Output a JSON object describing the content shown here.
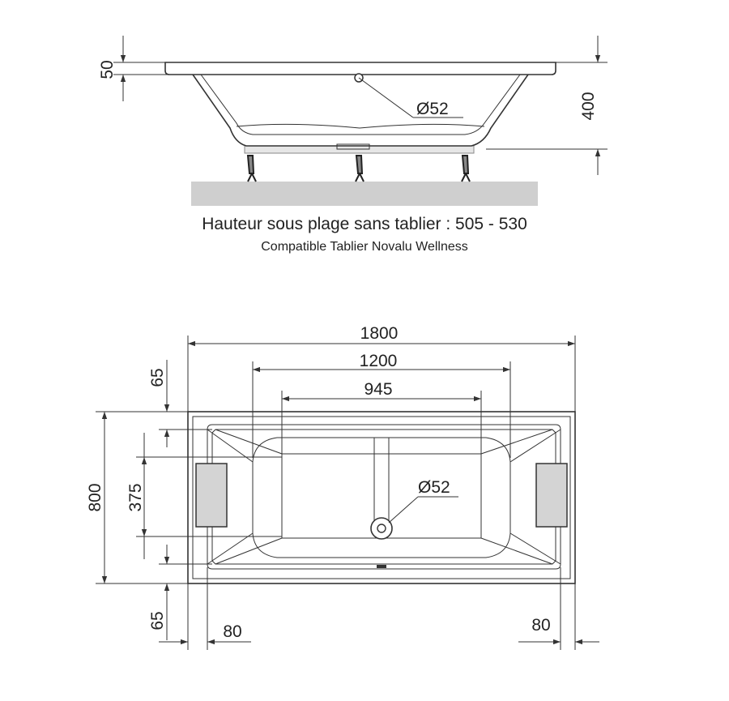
{
  "side_view": {
    "dim_rim": "50",
    "dim_height": "400",
    "dim_drain": "Ø52",
    "caption_height": "Hauteur sous plage sans tablier : 505 - 530",
    "caption_compat": "Compatible Tablier Novalu Wellness"
  },
  "top_view": {
    "dim_total_length": "1800",
    "dim_inner_length": "1200",
    "dim_bottom_length": "945",
    "dim_total_width": "800",
    "dim_bottom_width": "375",
    "dim_top_margin": "65",
    "dim_bottom_margin": "65",
    "dim_left_margin": "80",
    "dim_right_margin": "80",
    "dim_drain": "Ø52"
  },
  "colors": {
    "line": "#333333",
    "floor": "#cfcfcf",
    "headrest": "#d4d4d4",
    "frame": "#e6e6e6"
  }
}
